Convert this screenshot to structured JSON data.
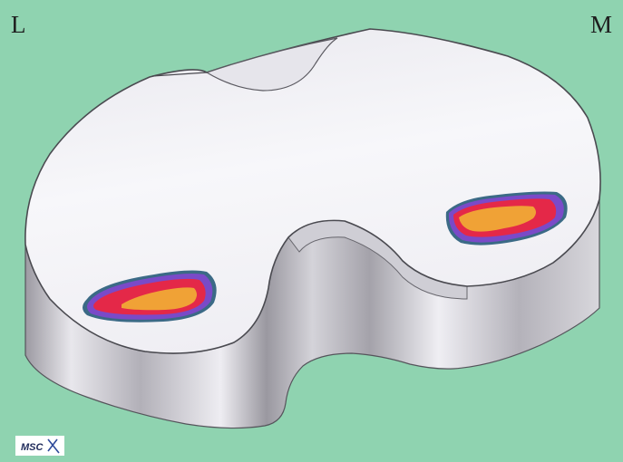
{
  "labels": {
    "left": "L",
    "right": "M"
  },
  "logo": {
    "text": "MSC"
  },
  "colors": {
    "background": "#8fd3b0",
    "surface": "#f2f1f5",
    "edge": "#4a4a50",
    "contact_outer": "#3b6a86",
    "contact_purple": "#7a4ac8",
    "contact_red": "#e42848",
    "contact_core": "#f0a236"
  }
}
